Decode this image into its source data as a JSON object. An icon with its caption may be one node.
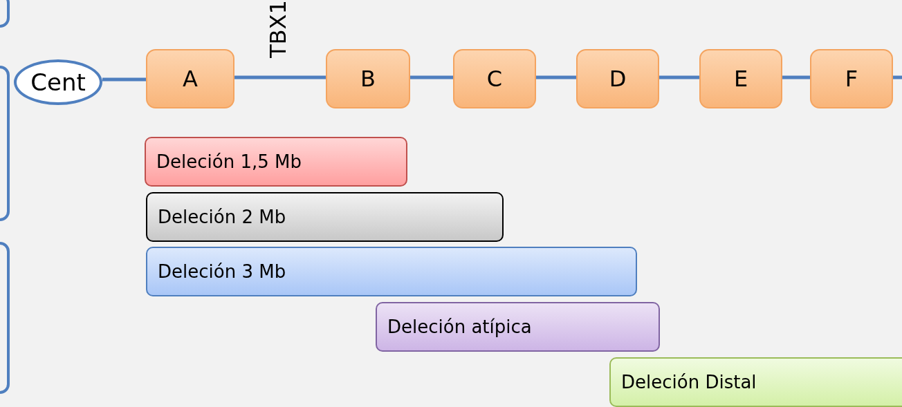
{
  "diagram": {
    "nodes": [
      {
        "text": [
          "Cent"
        ]
      },
      {
        "text": [
          "A"
        ]
      },
      {
        "text": [
          "B"
        ]
      },
      {
        "text": [
          "C"
        ]
      },
      {
        "text": [
          "D"
        ]
      },
      {
        "text": [
          "E"
        ]
      },
      {
        "text": [
          "F"
        ]
      },
      {
        "text": [
          "Deleción 1,5 Mb"
        ]
      },
      {
        "text": [
          "Deleción 2 Mb"
        ]
      },
      {
        "text": [
          "Deleción 3 Mb"
        ]
      },
      {
        "text": [
          "Deleción atípica"
        ]
      },
      {
        "text": [
          "Deleción Distal"
        ]
      },
      {
        "text": [],
        "shape": "box"
      },
      {
        "text": [],
        "shape": "box"
      },
      {
        "text": [],
        "shape": "box"
      }
    ],
    "edges": [
      {
        "from": 0,
        "to": 1,
        "arrow": "none"
      },
      {
        "from": 1,
        "to": 2,
        "arrow": "none"
      },
      {
        "from": 2,
        "to": 3,
        "arrow": "none"
      },
      {
        "from": 3,
        "to": 4,
        "arrow": "none"
      },
      {
        "from": 4,
        "to": 5,
        "arrow": "none"
      },
      {
        "from": 5,
        "to": 6,
        "arrow": "none"
      },
      {
        "from": 6,
        "to": null,
        "arrow": "none"
      }
    ],
    "labels": [
      "TBX1"
    ]
  }
}
